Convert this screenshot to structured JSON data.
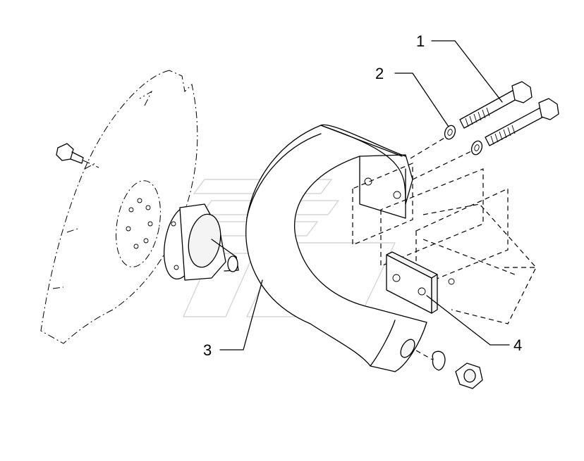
{
  "callouts": [
    {
      "id": "1",
      "label": "1",
      "part": "bolt"
    },
    {
      "id": "2",
      "label": "2",
      "part": "washer"
    },
    {
      "id": "3",
      "label": "3",
      "part": "scraper-arm"
    },
    {
      "id": "4",
      "label": "4",
      "part": "clamp-plate"
    }
  ],
  "colors": {
    "ink": "#000000",
    "background": "#ffffff",
    "watermark": "#cfcfcf"
  }
}
